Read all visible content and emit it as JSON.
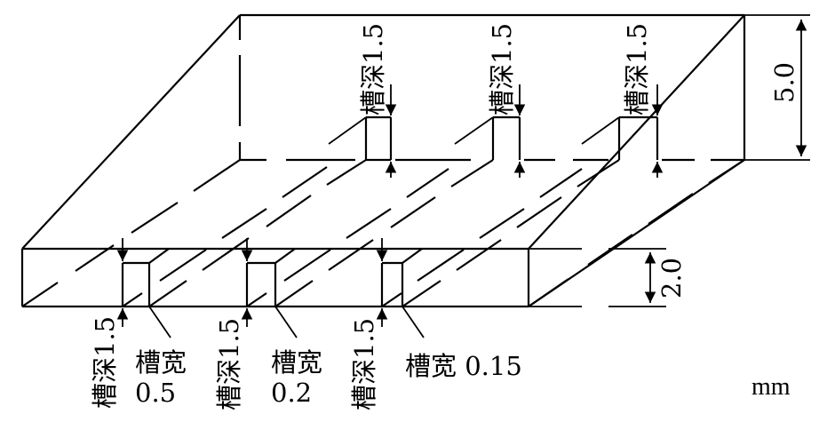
{
  "diagram": {
    "groove_depth_label": "槽深1.5",
    "groove_widths": [
      {
        "label": "槽宽",
        "value": "0.5"
      },
      {
        "label": "槽宽",
        "value": "0.2"
      },
      {
        "label": "槽宽 0.15"
      }
    ],
    "thin_height": "2.0",
    "thick_height": "5.0",
    "unit": "mm"
  }
}
